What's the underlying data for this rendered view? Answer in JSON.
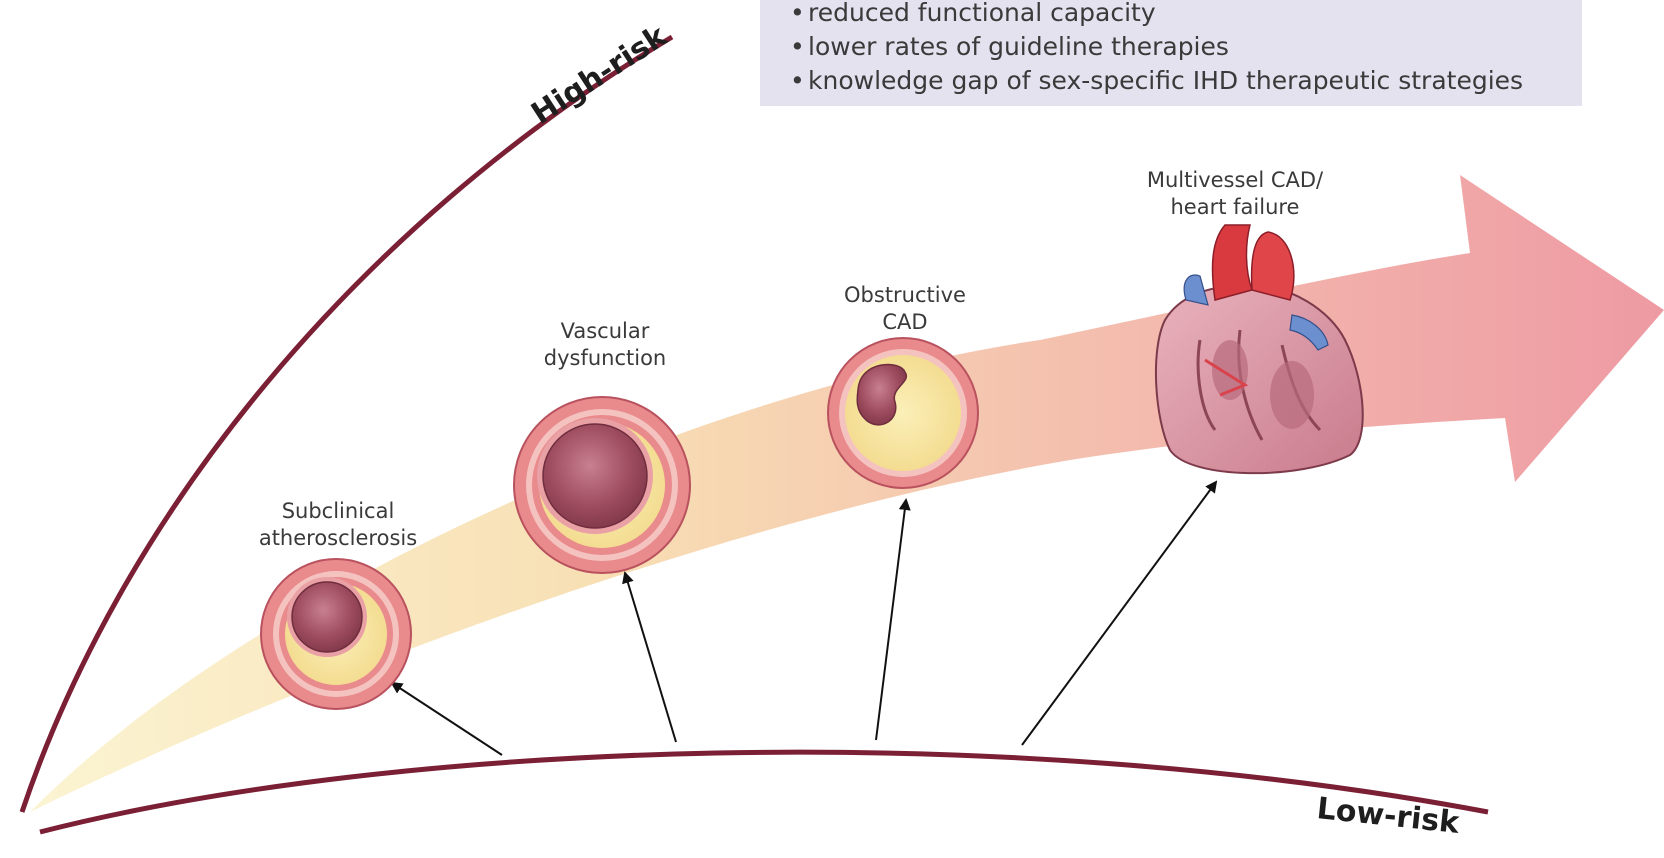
{
  "info_box": {
    "items": [
      "reduced functional capacity",
      "lower rates of guideline therapies",
      "knowledge gap of sex-specific IHD therapeutic strategies"
    ]
  },
  "risk_labels": {
    "high": "High-risk",
    "low": "Low-risk"
  },
  "stages": [
    {
      "line1": "Subclinical",
      "line2": "atherosclerosis"
    },
    {
      "line1": "Vascular",
      "line2": "dysfunction"
    },
    {
      "line1": "Obstructive",
      "line2": "CAD"
    },
    {
      "line1": "Multivessel CAD/",
      "line2": "heart failure"
    }
  ],
  "colors": {
    "curve": "#7b1f35",
    "arrow_start": "#f7eec0",
    "arrow_end": "#ef9da6",
    "vessel_ring": "#e98a8c",
    "plaque": "#f6e49c",
    "lumen": "#9c4a5c",
    "info_bg": "#e4e2ef"
  }
}
